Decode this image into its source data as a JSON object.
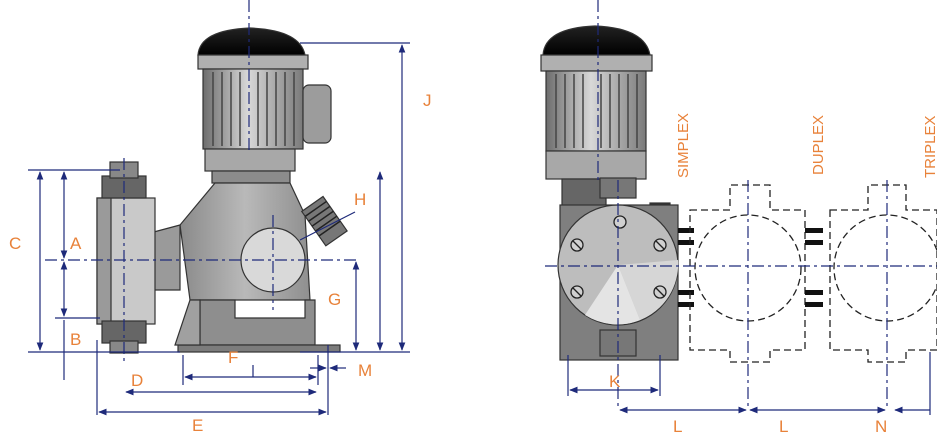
{
  "labels": {
    "A": "A",
    "B": "B",
    "C": "C",
    "D": "D",
    "E": "E",
    "F": "F",
    "G": "G",
    "H": "H",
    "J": "J",
    "K": "K",
    "L1": "L",
    "L2": "L",
    "M": "M",
    "N": "N"
  },
  "heads": {
    "simplex": "SIMPLEX",
    "duplex": "DUPLEX",
    "triplex": "TRIPLEX"
  },
  "colors": {
    "label": "#e8823a",
    "dimension": "#1e2a7a",
    "body": "#a9a9a9"
  }
}
